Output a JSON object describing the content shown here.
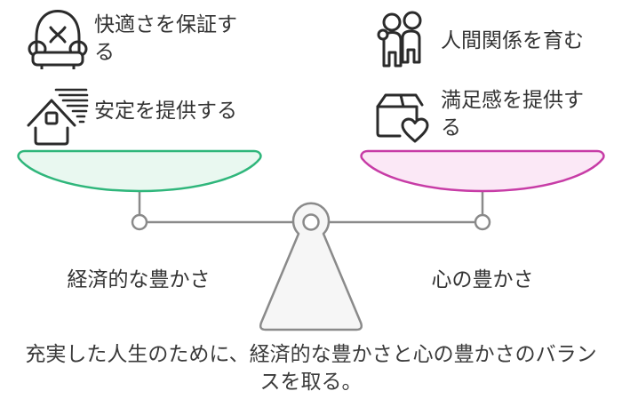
{
  "colors": {
    "text": "#333333",
    "icon_stroke": "#2b2b2b",
    "green_stroke": "#2fb67b",
    "green_fill": "#e9f8f0",
    "pink_stroke": "#c73ca6",
    "pink_fill": "#fbe8f6",
    "gray_stroke": "#8a8a8a",
    "fulcrum_fill": "#f6f6f6",
    "white": "#ffffff"
  },
  "benefits": {
    "left": [
      {
        "icon": "armchair-icon",
        "label": "快適さを保証する"
      },
      {
        "icon": "house-stability-icon",
        "label": "安定を提供する"
      }
    ],
    "right": [
      {
        "icon": "people-relationship-icon",
        "label": "人間関係を育む"
      },
      {
        "icon": "box-heart-icon",
        "label": "満足感を提供する"
      }
    ]
  },
  "scale": {
    "left_label": "経済的な豊かさ",
    "right_label": "心の豊かさ"
  },
  "caption": {
    "text": "充実した人生のために、経済的な豊かさと心の豊かさのバランスを取る。",
    "lines": [
      "充実した人生のために、経済的な豊かさと心の豊かさのバラン",
      "スを取る。"
    ]
  }
}
